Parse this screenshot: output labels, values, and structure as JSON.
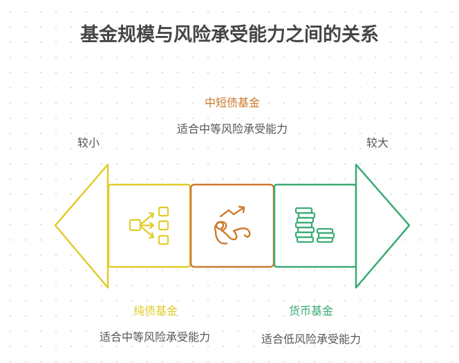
{
  "title": "基金规模与风险承受能力之间的关系",
  "axis": {
    "left_label": "较小",
    "right_label": "较大"
  },
  "segments": [
    {
      "name": "纯债基金",
      "description": "适合中等风险承受能力",
      "color": "#e0cc2a",
      "icon": "distribution-icon",
      "label_position": "bottom"
    },
    {
      "name": "中短债基金",
      "description": "适合中等风险承受能力",
      "color": "#cc7a2c",
      "icon": "growth-chart-icon",
      "label_position": "top"
    },
    {
      "name": "货币基金",
      "description": "适合低风险承受能力",
      "color": "#3aaa74",
      "icon": "coin-stack-icon",
      "label_position": "bottom"
    }
  ],
  "colors": {
    "title": "#454545",
    "text": "#555555",
    "yellow": "#e0cc2a",
    "orange": "#cc7a2c",
    "green": "#3aaa74"
  }
}
